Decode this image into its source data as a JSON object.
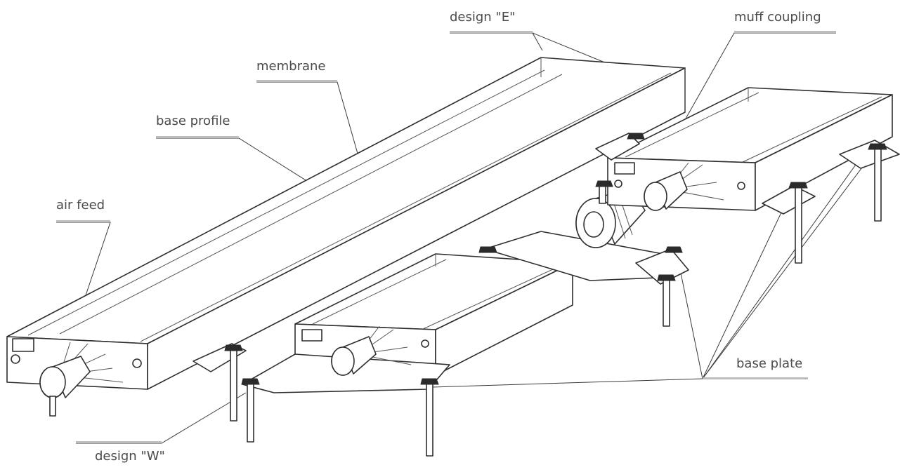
{
  "labels": {
    "design_e": "design \"E\"",
    "muff_coupling": "muff coupling",
    "membrane": "membrane",
    "base_profile": "base profile",
    "air_feed": "air feed",
    "base_plate": "base plate",
    "design_w": "design \"W\""
  }
}
